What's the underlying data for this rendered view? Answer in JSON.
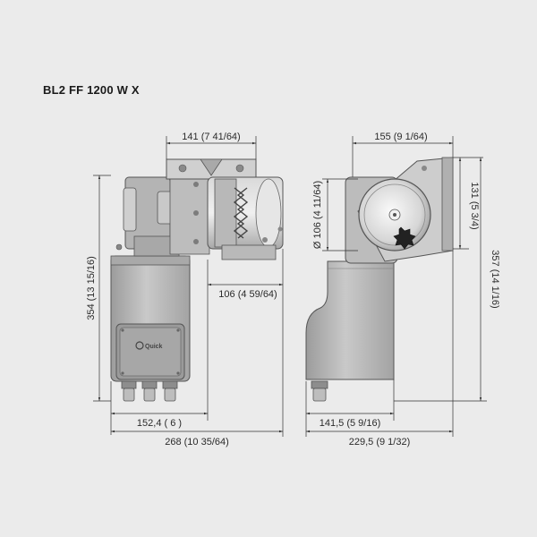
{
  "title": "BL2 FF 1200 W X",
  "logo": "Quick",
  "dimensions": {
    "front_top_width": "141 (7 41/64)",
    "front_height": "354 (13 15/16)",
    "front_depth": "106 (4 59/64)",
    "front_base_width": "152,4 ( 6 )",
    "front_total_width": "268 (10 35/64)",
    "side_top_width": "155 (9 1/64)",
    "side_drum_diameter": "Ø 106 (4 11/64)",
    "side_plate_height": "131 (5 3/4)",
    "side_total_height": "357 (14 1/16)",
    "side_base_width": "141,5 (5 9/16)",
    "side_total_width": "229,5 (9 1/32)"
  },
  "colors": {
    "background": "#ebebeb",
    "line": "#333333",
    "body": "#b9b9b9",
    "body_dark": "#8f8f8f",
    "body_light": "#d8d8d8"
  }
}
